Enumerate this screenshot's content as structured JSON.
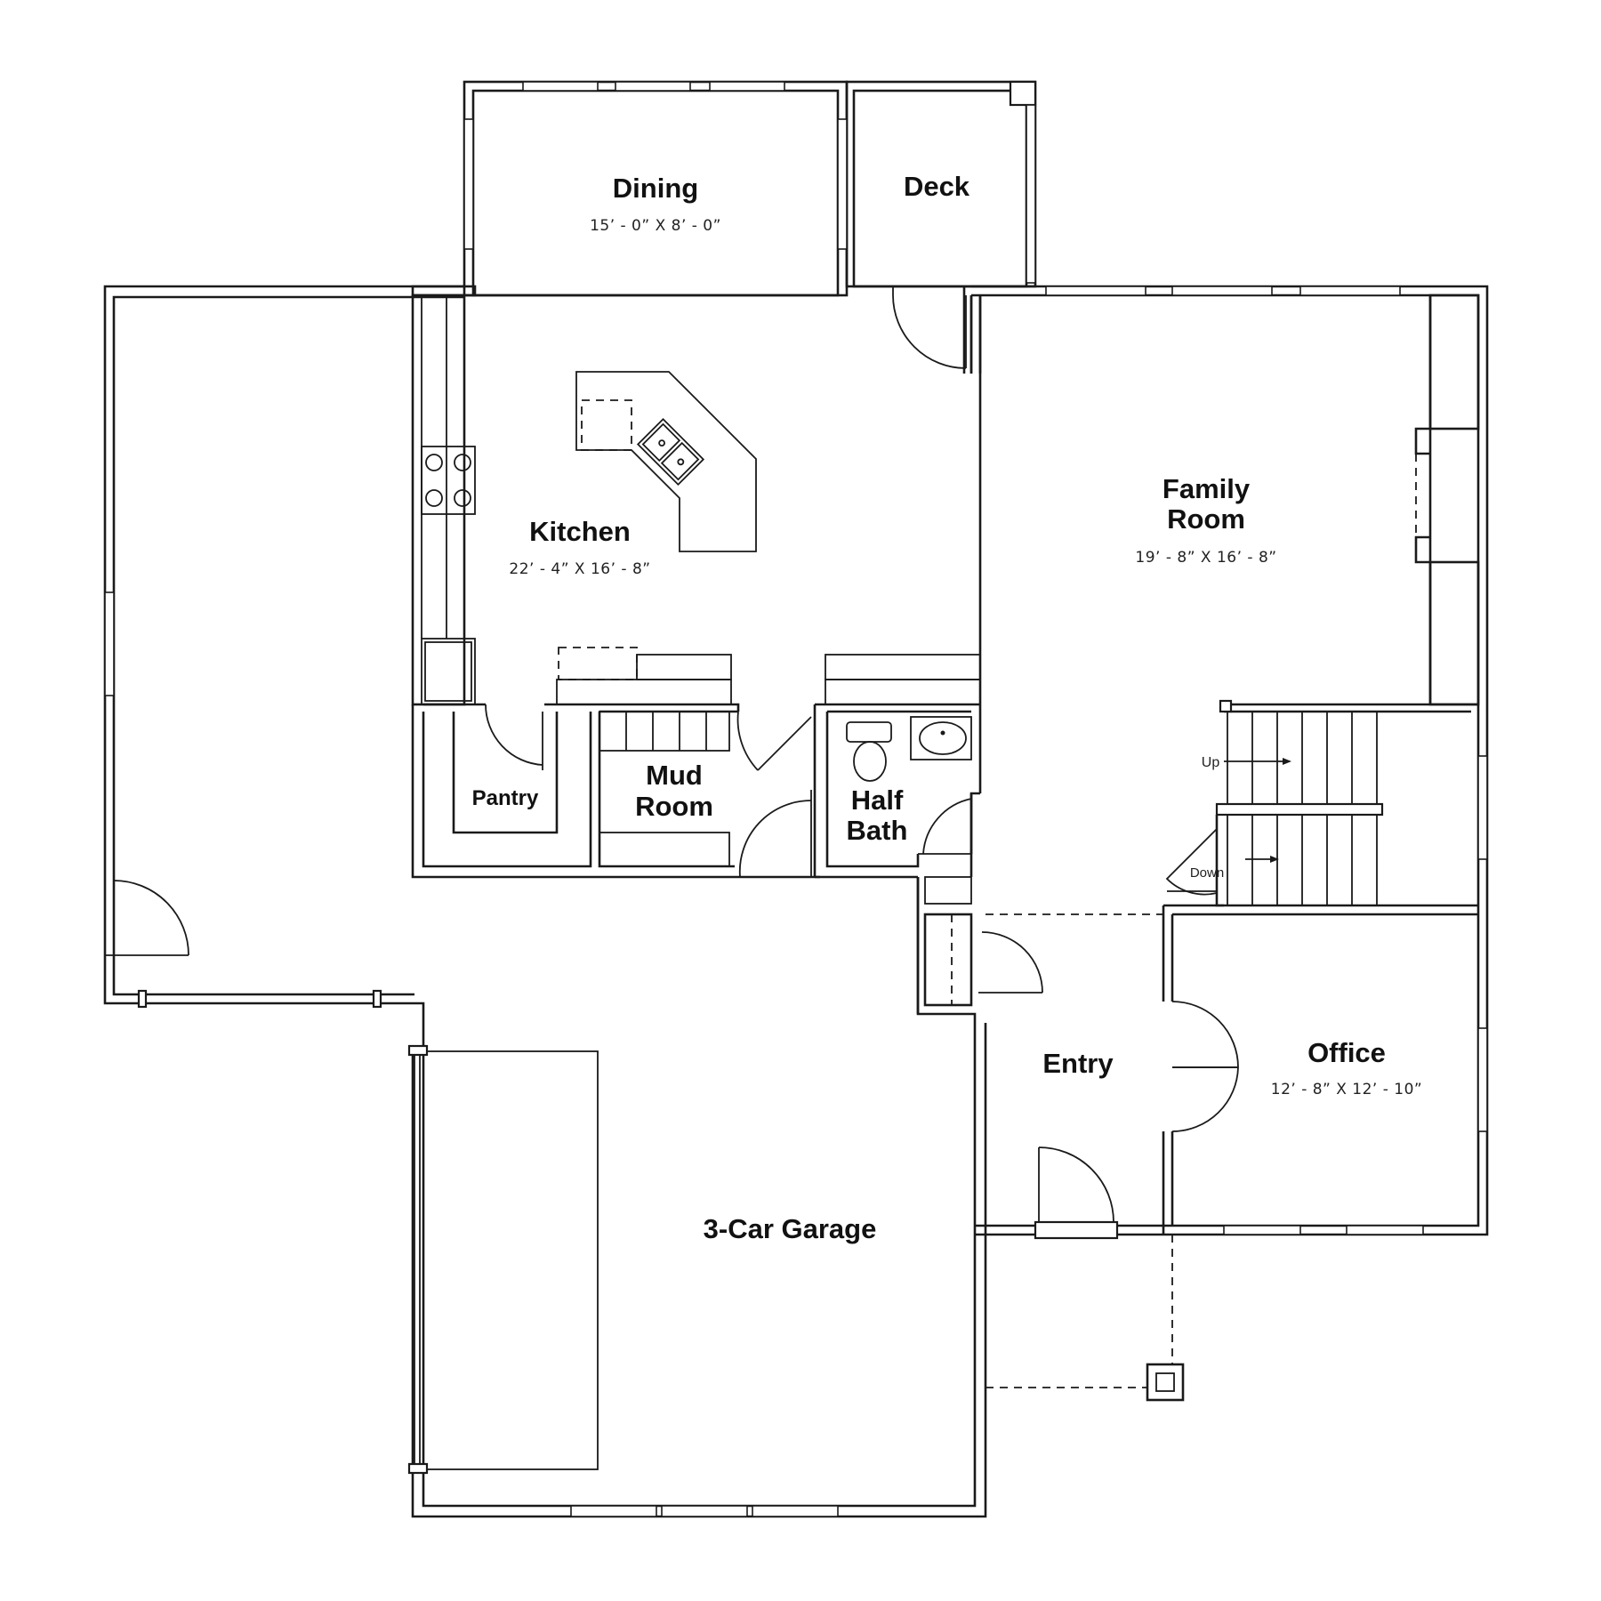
{
  "rooms": {
    "dining": {
      "name": "Dining",
      "dim": "15’ - 0”  X  8’ - 0”"
    },
    "deck": {
      "name": "Deck"
    },
    "kitchen": {
      "name": "Kitchen",
      "dim": "22’ - 4”  X  16’ - 8”"
    },
    "family_room": {
      "name_line1": "Family",
      "name_line2": "Room",
      "dim": "19’ - 8”  X  16’ - 8”"
    },
    "pantry": {
      "name": "Pantry"
    },
    "mud_room": {
      "name_line1": "Mud",
      "name_line2": "Room"
    },
    "half_bath": {
      "name_line1": "Half",
      "name_line2": "Bath"
    },
    "entry": {
      "name": "Entry"
    },
    "office": {
      "name": "Office",
      "dim": "12’ - 8”  X  12’ - 10”"
    },
    "garage": {
      "name": "3-Car Garage"
    }
  },
  "stairs": {
    "up_label": "Up",
    "down_label": "Down"
  }
}
